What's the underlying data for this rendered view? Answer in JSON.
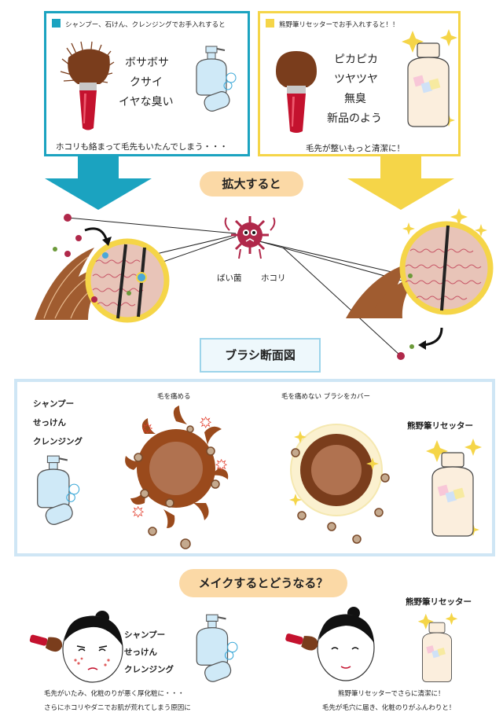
{
  "top_left_panel": {
    "header": "シャンプー、石けん、クレンジングでお手入れすると",
    "state_lines": [
      "ボサボサ",
      "クサイ",
      "イヤな臭い"
    ],
    "footer": "ホコリも絡まって毛先もいたんでしまう・・・",
    "accent_color": "#1ba3c0"
  },
  "top_right_panel": {
    "header": "熊野筆リセッターでお手入れすると！！",
    "state_lines": [
      "ピカピカ",
      "ツヤツヤ",
      "無臭",
      "新品のよう"
    ],
    "footer": "毛先が整いもっと清潔に！",
    "accent_color": "#f5d548"
  },
  "zoom_pill": "拡大すると",
  "germ_labels": {
    "bacteria": "ばい菌",
    "dust": "ホコリ"
  },
  "section_title": "ブラシ断面図",
  "cross_section": {
    "left_products": [
      "シャンプー",
      "せっけん",
      "クレンジング"
    ],
    "damaged_label": "毛を痛める",
    "covered_label": "毛を痛めない ブラシをカバー",
    "right_product": "熊野筆リセッター"
  },
  "makeup_pill": "メイクするとどうなる？",
  "bottom_left": {
    "products": [
      "シャンプー",
      "せっけん",
      "クレンジング"
    ],
    "caption_lines": [
      "毛先がいたみ、化粧のりが悪く厚化粧に・・・",
      "さらにホコリやダニでお肌が荒れてしまう原因に"
    ]
  },
  "bottom_right": {
    "product": "熊野筆リセッター",
    "caption_lines": [
      "熊野筆リセッターでさらに清潔に！",
      "毛先が毛穴に届き、化粧のりがふんわりと！"
    ]
  }
}
